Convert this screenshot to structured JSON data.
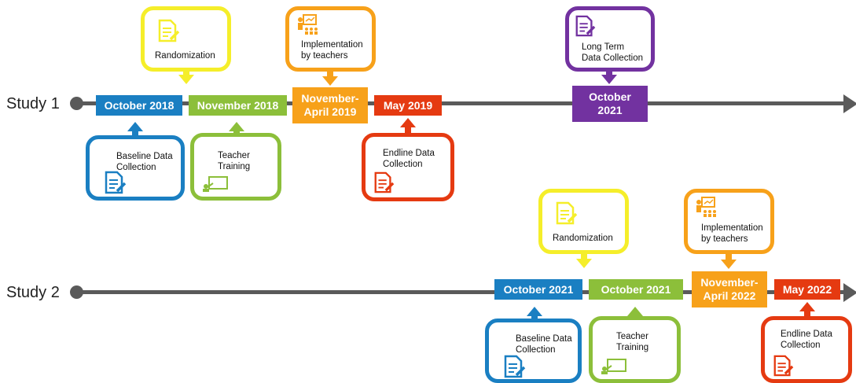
{
  "colors": {
    "blue": "#1a7fc2",
    "green": "#8cbf3a",
    "yellow": "#f5ee2a",
    "orange": "#f7a11a",
    "red": "#e53a11",
    "purple": "#7232a0",
    "timeline": "#5a5a5a"
  },
  "study1": {
    "label": "Study 1",
    "dates": {
      "oct2018": "October 2018",
      "nov2018": "November 2018",
      "novapr2019": "November-\nApril 2019",
      "may2019": "May 2019",
      "oct2021": "October\n2021"
    },
    "cards": {
      "randomization": "Randomization",
      "implementation": "Implementation\nby teachers",
      "longterm": "Long Term\nData Collection",
      "baseline": "Baseline Data\nCollection",
      "training": "Teacher\nTraining",
      "endline": "Endline Data\nCollection"
    }
  },
  "study2": {
    "label": "Study 2",
    "dates": {
      "oct2021a": "October 2021",
      "oct2021b": "October 2021",
      "novapr2022": "November-\nApril 2022",
      "may2022": "May 2022"
    },
    "cards": {
      "randomization": "Randomization",
      "implementation": "Implementation\nby teachers",
      "baseline": "Baseline Data\nCollection",
      "training": "Teacher\nTraining",
      "endline": "Endline Data\nCollection"
    }
  },
  "icons": {
    "document": "document-pen-icon",
    "presentation": "presenter-board-icon",
    "board": "whiteboard-icon"
  }
}
